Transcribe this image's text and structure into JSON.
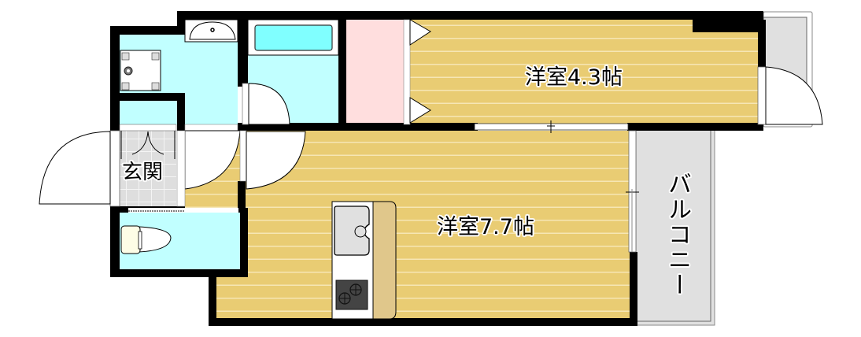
{
  "floorplan": {
    "title": "1LDK floor plan",
    "rooms": [
      {
        "id": "western-room-small",
        "label": "洋室4.3帖",
        "type": "bedroom",
        "size_jo": 4.3
      },
      {
        "id": "western-room-large",
        "label": "洋室7.7帖",
        "type": "living-room",
        "size_jo": 7.7
      },
      {
        "id": "entrance",
        "label": "玄関",
        "type": "entrance"
      },
      {
        "id": "balcony",
        "label": "バルコニー",
        "type": "balcony"
      },
      {
        "id": "bathroom",
        "label": "",
        "type": "bathroom"
      },
      {
        "id": "washroom",
        "label": "",
        "type": "washroom"
      },
      {
        "id": "toilet",
        "label": "",
        "type": "toilet"
      },
      {
        "id": "closet",
        "label": "",
        "type": "closet"
      },
      {
        "id": "shoe-closet",
        "label": "",
        "type": "storage"
      }
    ],
    "colors": {
      "wall": "#000000",
      "wood_floor": "#e9cc73",
      "wood_line": "#f6e6b4",
      "wet_area": "#c1ffff",
      "bathtub": "#80ffff",
      "closet": "#ffdede",
      "balcony": "#e0e0e0",
      "entrance_tile": "#dedede",
      "kitchen_counter": "#e0c78b"
    }
  }
}
